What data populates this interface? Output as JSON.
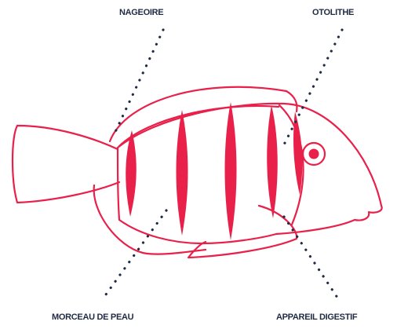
{
  "labels": {
    "fin": "NAGEOIRE",
    "otolith": "OTOLITHE",
    "skin_piece": "MORCEAU DE PEAU",
    "digestive_system": "APPAREIL DIGESTIF"
  },
  "colors": {
    "fish_outline": "#e8204a",
    "fish_stripes": "#e8204a",
    "leader_dots": "#1f2a44",
    "label_text": "#1f2a44",
    "background": "#ffffff"
  }
}
